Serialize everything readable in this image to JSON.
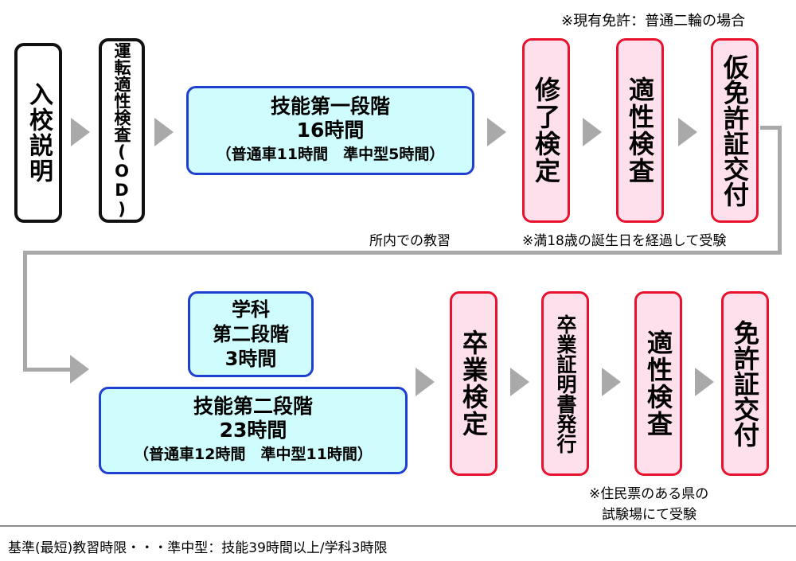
{
  "header_note": "※現有免許：普通二輪の場合",
  "row1": {
    "nyuko": "入校説明",
    "tekisei_od": "運転適性検査(OD)",
    "ginou1_title": "技能第一段階",
    "ginou1_hours": "16時間",
    "ginou1_detail": "（普通車11時間　準中型5時間）",
    "shuryo": "修了検定",
    "tekisei1": "適性検査",
    "karimen": "仮免許証交付"
  },
  "note_shonai": "所内での教習",
  "note_age": "※満18歳の誕生日を経過して受験",
  "row2": {
    "gakka_line1": "学科",
    "gakka_line2": "第二段階",
    "gakka_line3": "3時間",
    "ginou2_title": "技能第二段階",
    "ginou2_hours": "23時間",
    "ginou2_detail": "（普通車12時間　準中型11時間）",
    "sotsugyo": "卒業検定",
    "shomei": "卒業証明書発行",
    "tekisei2": "適性検査",
    "menkyo": "免許証交付"
  },
  "note_resident_1": "※住民票のある県の",
  "note_resident_2": "試験場にて受験",
  "footer": "基準(最短)教習時限・・・準中型：技能39時間以上/学科3時限",
  "colors": {
    "blue_border": "#1f3fd1",
    "blue_fill": "#cffdfe",
    "pink_border": "#e8122f",
    "pink_fill": "#fde0ec",
    "arrow": "#a9a9a9"
  }
}
